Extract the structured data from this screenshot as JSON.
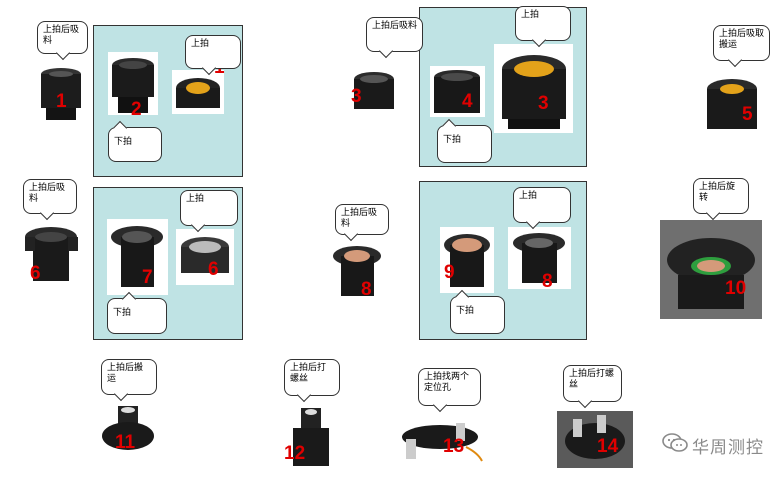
{
  "groups": [
    {
      "name": "group-box-1"
    },
    {
      "name": "group-box-2"
    },
    {
      "name": "group-box-3"
    },
    {
      "name": "group-box-4"
    }
  ],
  "callouts": {
    "c1": "上拍后吸料",
    "c2_top": "上拍",
    "c2_bottom": "下拍",
    "c3": "上拍后吸料",
    "c4_top": "上拍",
    "c4_bottom": "下拍",
    "c5": "上拍后吸取搬运",
    "c6": "上拍后吸料",
    "c7_top": "上拍",
    "c7_bottom": "下拍",
    "c8": "上拍后吸料",
    "c9_top": "上拍",
    "c9_bottom": "下拍",
    "c10": "上拍后旋转",
    "c11": "上拍后搬运",
    "c12": "上拍后打螺丝",
    "c13": "上拍找两个定位孔",
    "c14": "上拍后打螺丝"
  },
  "steps": {
    "s1a": "1",
    "s2": "2",
    "s1b": "1",
    "s3a": "3",
    "s4": "4",
    "s3b": "3",
    "s5": "5",
    "s6a": "6",
    "s7": "7",
    "s6b": "6",
    "s8a": "8",
    "s9": "9",
    "s8b": "8",
    "s10": "10",
    "s11": "11",
    "s12": "12",
    "s13": "13",
    "s14": "14"
  },
  "watermark": {
    "text": "华周测控",
    "icon": "wechat-icon",
    "color": "#8a8a8a"
  },
  "colors": {
    "group_fill": "#bfe3e4",
    "step_number": "#e00000",
    "part_body": "#1b1b1b",
    "gold_insert": "#e3a21a"
  }
}
